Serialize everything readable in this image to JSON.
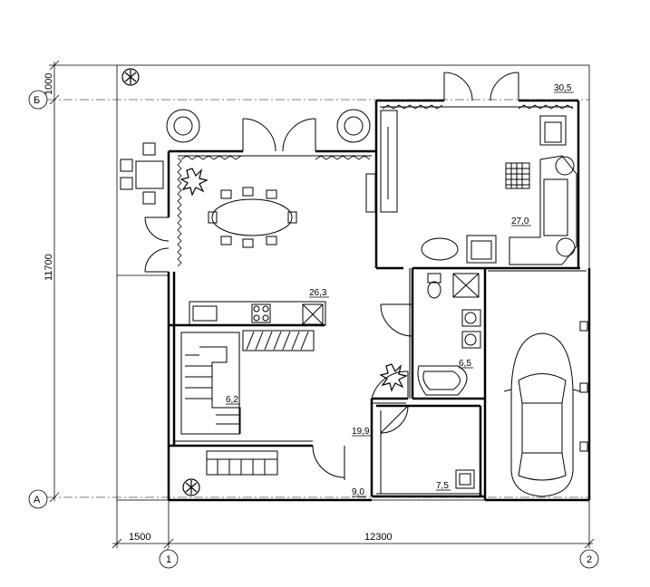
{
  "rooms": {
    "terrace": "30,5",
    "living": "27,0",
    "kitchen": "26,3",
    "bath": "6,5",
    "stair": "6,2",
    "hall": "19,9",
    "porch": "9,0",
    "storage": "7,5"
  },
  "dimensions": {
    "height_total": "11700",
    "height_top": "1000",
    "width_left": "1500",
    "width_main": "12300"
  },
  "axes": {
    "b": "Б",
    "a": "А",
    "one": "1",
    "two": "2"
  }
}
